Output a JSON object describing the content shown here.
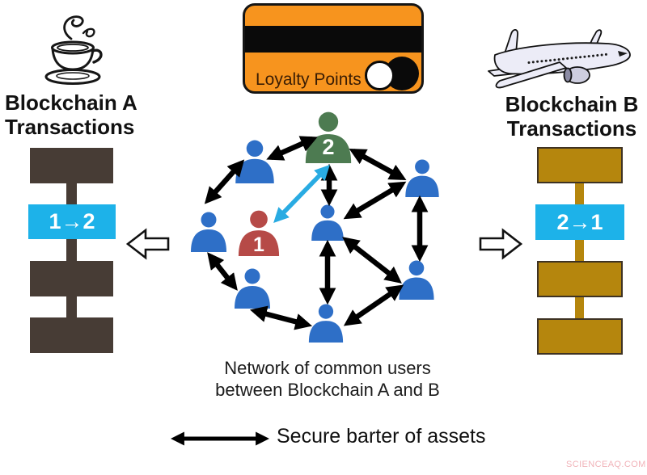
{
  "loyalty_card": {
    "label": "Loyalty Points",
    "bg_color": "#f7941e",
    "icon": "toggle-icon"
  },
  "blockchain_a": {
    "icon": "coffee-cup-icon",
    "title_line1": "Blockchain A",
    "title_line2": "Transactions",
    "swap_block_label": "1→2",
    "block_color": "#473c35",
    "swap_block_color": "#1db2e9"
  },
  "blockchain_b": {
    "icon": "airplane-icon",
    "title_line1": "Blockchain B",
    "title_line2": "Transactions",
    "swap_block_label": "2→1",
    "block_color": "#b5860d",
    "swap_block_color": "#1db2e9"
  },
  "network": {
    "caption_line1": "Network of common users",
    "caption_line2": "between Blockchain A and B",
    "user1": {
      "label": "1",
      "color": "#b64a47"
    },
    "user2": {
      "label": "2",
      "color": "#4d7b51"
    },
    "user_blue_color": "#2e6fc7",
    "link_color": "#000000",
    "swap_link_color": "#29abe2"
  },
  "legend": {
    "label": "Secure barter of assets"
  },
  "watermark": "SCIENCEAQ.COM"
}
